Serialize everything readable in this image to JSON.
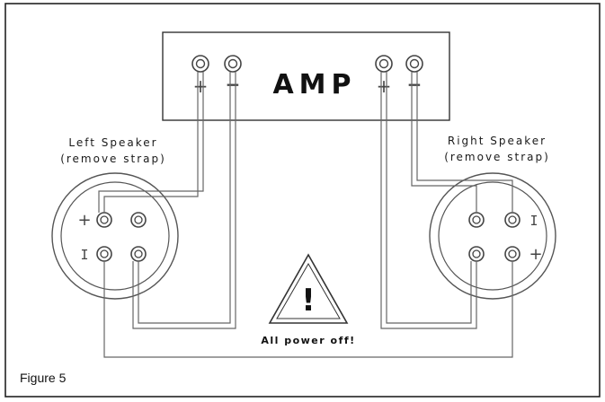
{
  "amp": {
    "label": "AMP",
    "left_plus": "+",
    "left_minus": "−",
    "right_plus": "+",
    "right_minus": "−"
  },
  "left_speaker": {
    "title": "Left Speaker",
    "note": "(remove strap)",
    "plus_mark": "+",
    "minus_mark": "I"
  },
  "right_speaker": {
    "title": "Right Speaker",
    "note": "(remove strap)",
    "plus_mark": "+",
    "minus_mark": "I"
  },
  "warning": {
    "symbol": "!",
    "text": "All power off!"
  },
  "figure_caption": "Figure 5"
}
